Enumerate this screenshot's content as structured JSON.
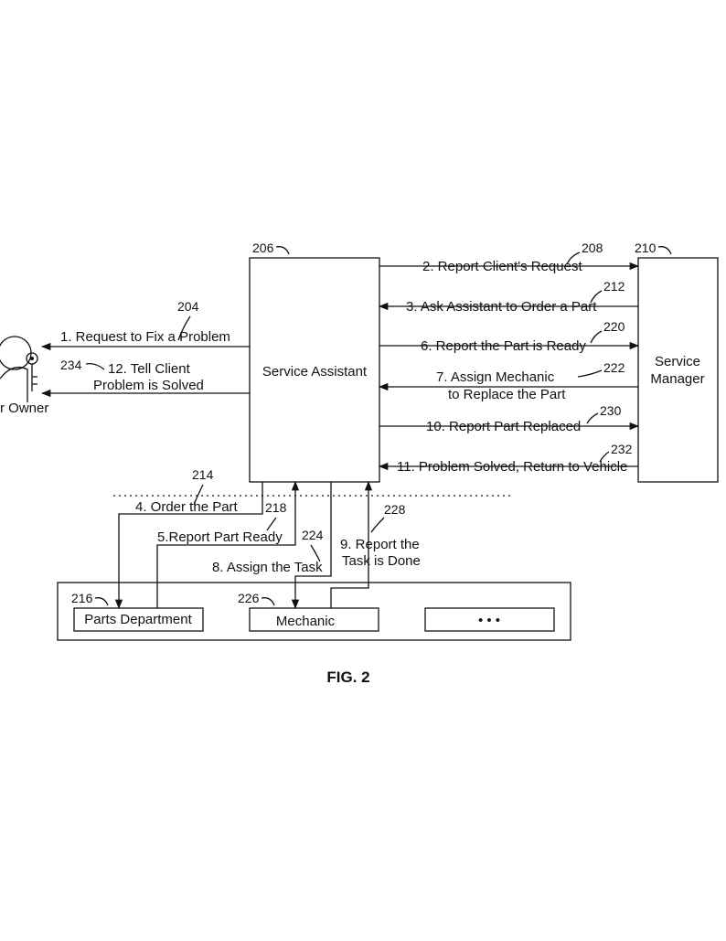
{
  "figure": {
    "caption": "FIG. 2"
  },
  "nodes": {
    "vehicle_owner": {
      "label": "r Owner"
    },
    "service_assistant": {
      "label": "Service Assistant",
      "ref": "206"
    },
    "service_manager": {
      "label_line1": "Service",
      "label_line2": "Manager",
      "ref": "210"
    },
    "work_area": {
      "parts_department": {
        "label": "Parts Department",
        "ref": "216"
      },
      "mechanic": {
        "label": "Mechanic",
        "ref": "226"
      },
      "more": {
        "label": "• • •"
      }
    }
  },
  "flows": {
    "f1": {
      "label": "1. Request to Fix a Problem",
      "ref": "204"
    },
    "f2": {
      "label": "2. Report Client's Request",
      "ref": "208"
    },
    "f3": {
      "label": "3. Ask Assistant to Order a Part",
      "ref": "212"
    },
    "f4": {
      "label": "4. Order the Part",
      "ref": "214"
    },
    "f5": {
      "label": "5.Report Part Ready",
      "ref": "218"
    },
    "f6": {
      "label": "6. Report the Part is Ready",
      "ref": "220"
    },
    "f7": {
      "label_line1": "7. Assign Mechanic",
      "label_line2": "to Replace the Part",
      "ref": "222"
    },
    "f8": {
      "label": "8. Assign the Task",
      "ref": "224"
    },
    "f9": {
      "label_line1": "9. Report the",
      "label_line2": "Task is Done",
      "ref": "228"
    },
    "f10": {
      "label": "10. Report Part Replaced",
      "ref": "230"
    },
    "f11": {
      "label": "11. Problem Solved, Return to Vehicle",
      "ref": "232"
    },
    "f12": {
      "label_line1": "12. Tell Client",
      "label_line2": "Problem is Solved",
      "ref": "234"
    }
  }
}
